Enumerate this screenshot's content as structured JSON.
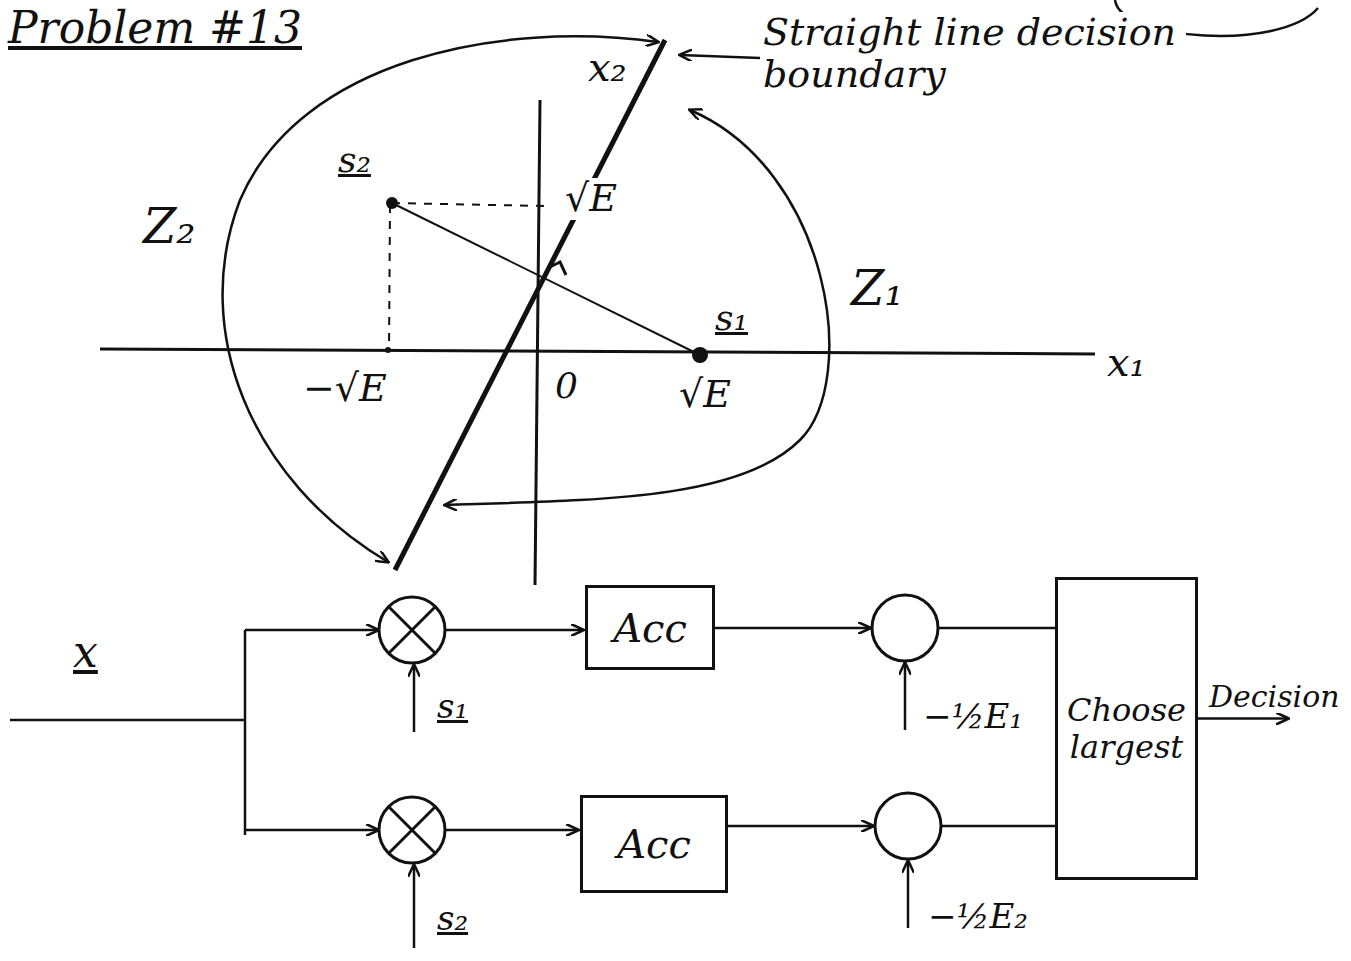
{
  "diagram": {
    "title": "Problem #13",
    "nodes": [
      {
        "text": [
          "Acc"
        ]
      },
      {
        "text": [
          "Acc"
        ]
      },
      {
        "text": [
          "Choose largest"
        ]
      }
    ],
    "edges": [
      {
        "from": 0,
        "to": 2,
        "arrow": "to"
      },
      {
        "from": 1,
        "to": 2,
        "arrow": "to"
      }
    ],
    "labels": [
      "x₂",
      "Straight line decision boundary",
      "s₂",
      "√E",
      "Z₂",
      "Z₁",
      "s₁",
      "−√E",
      "0",
      "√E",
      "x₁",
      "x",
      "s₁",
      "−½E₁",
      "s₂",
      "−½E₂",
      "Decision"
    ]
  }
}
